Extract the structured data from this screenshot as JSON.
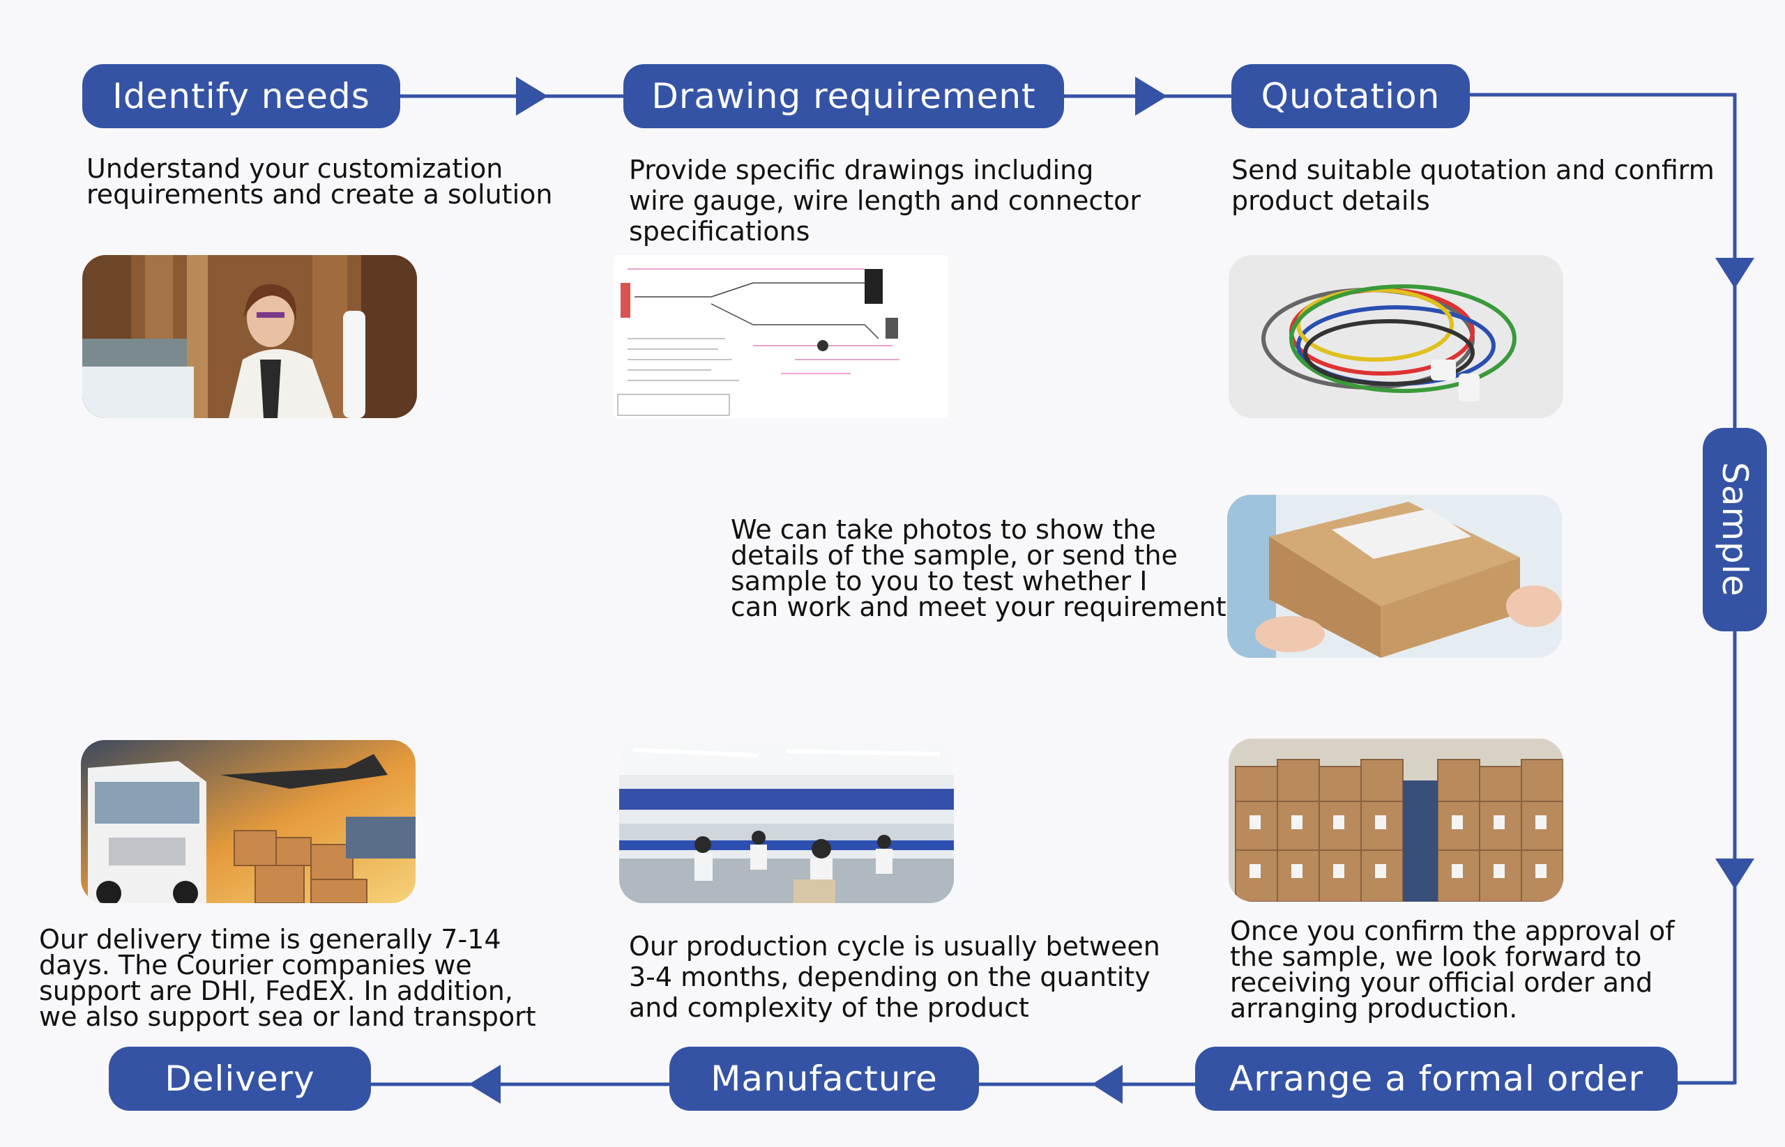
{
  "steps": {
    "identify": {
      "label": "Identify needs",
      "description": "Understand your customization\nrequirements and create a solution"
    },
    "drawing": {
      "label": "Drawing requirement",
      "description": "Provide specific drawings including\nwire gauge, wire length and connector\nspecifications"
    },
    "quotation": {
      "label": "Quotation",
      "description": "Send suitable quotation and confirm\nproduct details"
    },
    "sample": {
      "label": "Sample",
      "description": "We can take photos to show the\ndetails of the sample, or send the\nsample to you to test whether I\ncan work and meet your requirements."
    },
    "order": {
      "label": "Arrange a formal order",
      "description": "Once you confirm the approval of\nthe sample, we look forward to\nreceiving your official order and\narranging production."
    },
    "manufacture": {
      "label": "Manufacture",
      "description": "Our production cycle is usually between\n 3-4 months, depending on the quantity\nand complexity of the product"
    },
    "delivery": {
      "label": "Delivery",
      "description": "Our delivery time is generally 7-14\ndays. The Courier companies we\nsupport are DHl, FedEX. In addition,\nwe also support sea or land transport"
    }
  },
  "colors": {
    "accent": "#3553a5",
    "background": "#f8f8fa",
    "text": "#111111"
  }
}
